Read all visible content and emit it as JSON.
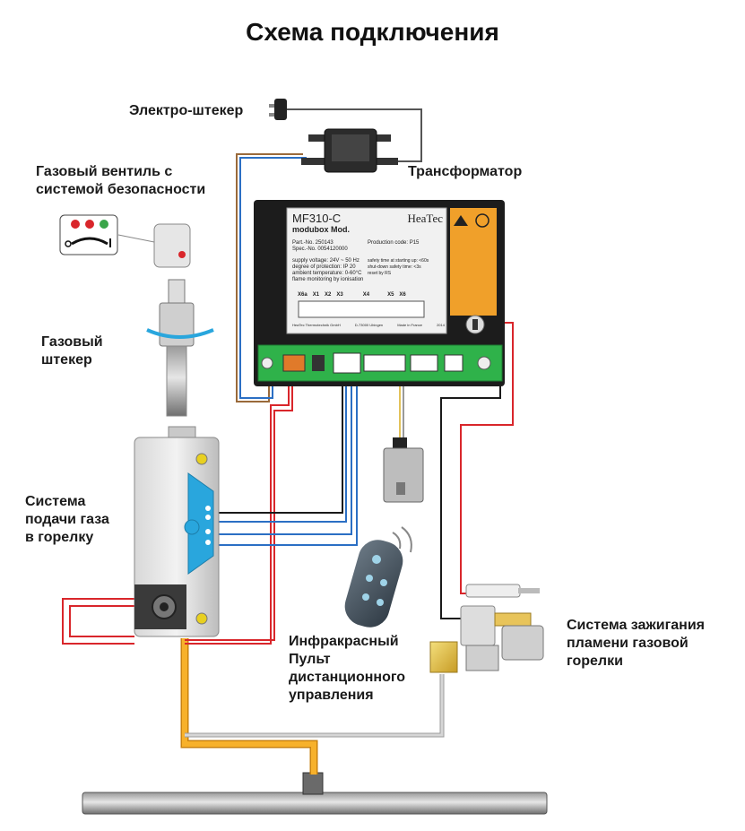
{
  "title": "Схема подключения",
  "labels": {
    "plug": "Электро-штекер",
    "transformer": "Трансформатор",
    "gas_valve_line1": "Газовый вентиль с",
    "gas_valve_line2": "системой безопасности",
    "gas_connector_line1": "Газовый",
    "gas_connector_line2": "штекер",
    "gas_supply_line1": "Система",
    "gas_supply_line2": "подачи газа",
    "gas_supply_line3": "в горелку",
    "remote_line1": "Инфракрасный",
    "remote_line2": "Пульт",
    "remote_line3": "дистанционного",
    "remote_line4": "управления",
    "ignition_line1": "Система зажигания",
    "ignition_line2": "пламени газовой",
    "ignition_line3": "горелки"
  },
  "controller": {
    "model": "MF310-C",
    "brand": "HeaTec",
    "subtitle": "modubox  Mod.",
    "part_no": "Part.-No. 250143",
    "spec_no": "Spec.-No. 0054120000",
    "production_code": "Production code: P15",
    "spec1": "supply voltage: 24V ~ 50 Hz",
    "spec2": "degree of protection: IP 20",
    "spec3": "ambient temperature: 0-60°C",
    "spec4": "flame monitoring by ionisation",
    "safety1": "safety time at starting up: <60s",
    "safety2": "shut-down safety time: <3s",
    "safety3": "reset by RS",
    "terminals": [
      "X6a",
      "X1",
      "X2",
      "X3",
      "X4",
      "X5",
      "X6"
    ],
    "footer_left": "HeaTec Thermotechnik GmbH",
    "footer_mid": "D-73000 Uhingen",
    "footer_right": "Made in France",
    "footer_year": "2014"
  },
  "colors": {
    "wire_red": "#d9262b",
    "wire_blue": "#2b6fc4",
    "wire_black": "#1a1a1a",
    "wire_brown": "#9a6a3a",
    "gas_pipe": "#f2a01c",
    "gas_pipe_grey": "#b9b9b9",
    "board_green": "#2fb24a",
    "valve_blue": "#29a6dd"
  }
}
